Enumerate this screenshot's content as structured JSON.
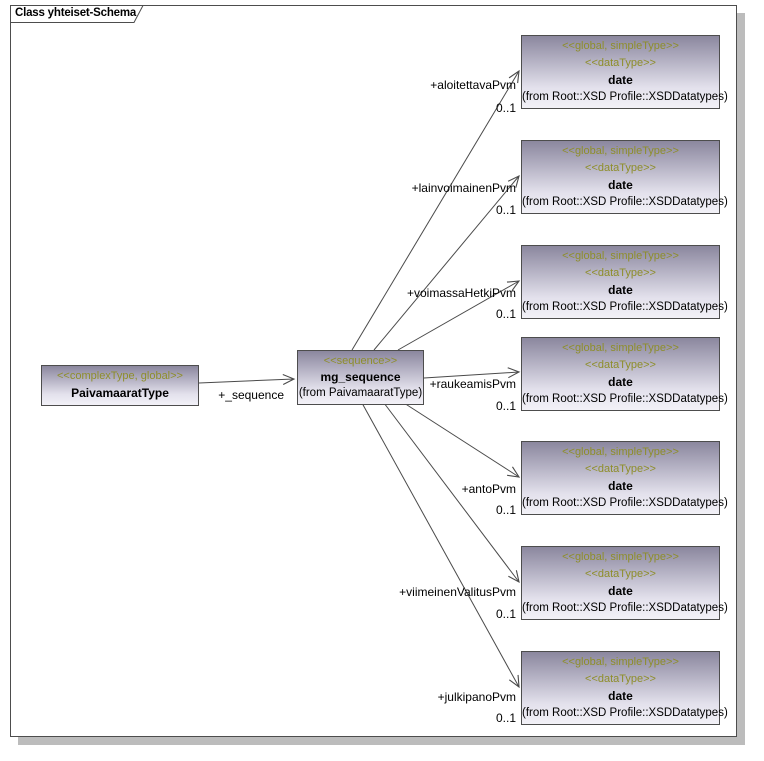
{
  "diagram": {
    "title": "Class yhteiset-Schema"
  },
  "colors": {
    "stereotype_text": "#8e8e2a",
    "box_gradient_top": "#8b879e",
    "box_gradient_bottom": "#f2f1f7",
    "box_border": "#4d4d4d",
    "connector": "#4a4a4a",
    "frame_border": "#4d4d4d",
    "shadow": "#bcbcbc"
  },
  "classes": {
    "paivamaarat_type": {
      "stereotype": "<<complexType, global>>",
      "name": "PaivamaaratType"
    },
    "mg_sequence": {
      "stereotype": "<<sequence>>",
      "name": "mg_sequence",
      "origin": "(from PaivamaaratType)"
    },
    "dates": [
      {
        "stereotype_1": "<<global, simpleType>>",
        "stereotype_2": "<<dataType>>",
        "name": "date",
        "origin": "(from Root::XSD Profile::XSDDatatypes)"
      },
      {
        "stereotype_1": "<<global, simpleType>>",
        "stereotype_2": "<<dataType>>",
        "name": "date",
        "origin": "(from Root::XSD Profile::XSDDatatypes)"
      },
      {
        "stereotype_1": "<<global, simpleType>>",
        "stereotype_2": "<<dataType>>",
        "name": "date",
        "origin": "(from Root::XSD Profile::XSDDatatypes)"
      },
      {
        "stereotype_1": "<<global, simpleType>>",
        "stereotype_2": "<<dataType>>",
        "name": "date",
        "origin": "(from Root::XSD Profile::XSDDatatypes)"
      },
      {
        "stereotype_1": "<<global, simpleType>>",
        "stereotype_2": "<<dataType>>",
        "name": "date",
        "origin": "(from Root::XSD Profile::XSDDatatypes)"
      },
      {
        "stereotype_1": "<<global, simpleType>>",
        "stereotype_2": "<<dataType>>",
        "name": "date",
        "origin": "(from Root::XSD Profile::XSDDatatypes)"
      },
      {
        "stereotype_1": "<<global, simpleType>>",
        "stereotype_2": "<<dataType>>",
        "name": "date",
        "origin": "(from Root::XSD Profile::XSDDatatypes)"
      }
    ]
  },
  "edges": {
    "sequence": {
      "label": "+_sequence"
    },
    "associations": [
      {
        "label": "+aloitettavaPvm",
        "multiplicity": "0..1"
      },
      {
        "label": "+lainvoimainenPvm",
        "multiplicity": "0..1"
      },
      {
        "label": "+voimassaHetkiPvm",
        "multiplicity": "0..1"
      },
      {
        "label": "+raukeamisPvm",
        "multiplicity": "0..1"
      },
      {
        "label": "+antoPvm",
        "multiplicity": "0..1"
      },
      {
        "label": "+viimeinenValitusPvm",
        "multiplicity": "0..1"
      },
      {
        "label": "+julkipanoPvm",
        "multiplicity": "0..1"
      }
    ]
  }
}
